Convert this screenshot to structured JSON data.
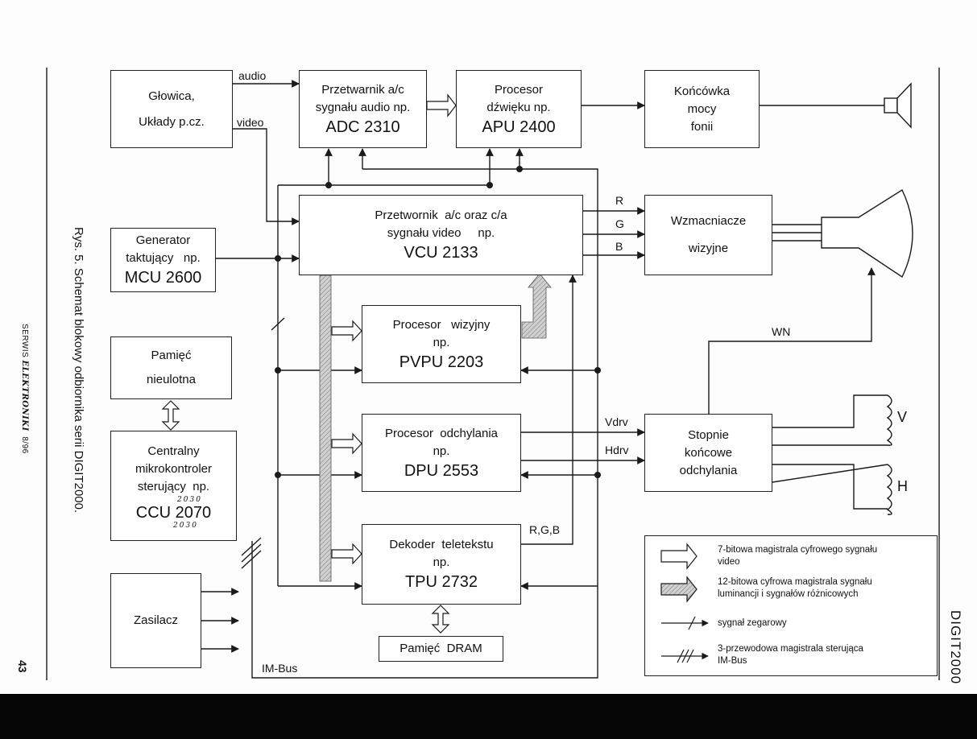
{
  "blocks": {
    "glowica": [
      "Głowica,",
      "Układy p.cz."
    ],
    "adc": [
      "Przetwarnik a/c",
      "sygnału  audio np.",
      "ADC 2310"
    ],
    "apu": [
      "Procesor",
      "dźwięku  np.",
      "APU 2400"
    ],
    "koncowka": [
      "Końcówka",
      "mocy",
      "fonii"
    ],
    "vcu": [
      "Przetwornik  a/c oraz c/a",
      "sygnału video     np.",
      "VCU 2133"
    ],
    "wzmacniacze": [
      "Wzmacniacze",
      "wizyjne"
    ],
    "generator": [
      "Generator",
      "taktujący   np.",
      "MCU 2600"
    ],
    "pvpu": [
      "Procesor   wizyjny",
      "np.",
      "PVPU 2203"
    ],
    "pamiec": [
      "Pamięć",
      "nieulotna"
    ],
    "dpu": [
      "Procesor  odchylania",
      "np.",
      "DPU 2553"
    ],
    "stopnie": [
      "Stopnie",
      "końcowe",
      "odchylania"
    ],
    "ccu": [
      "Centralny",
      "mikrokontroler",
      "sterujący  np.",
      "CCU 2070"
    ],
    "ccu_hand_top": "2030",
    "ccu_hand_bottom": "2030",
    "tpu": [
      "Dekoder  teletekstu",
      "np.",
      "TPU 2732"
    ],
    "zasilacz": [
      "Zasilacz"
    ],
    "dram": [
      "Pamięć  DRAM"
    ]
  },
  "signals": {
    "audio": "audio",
    "video": "video",
    "r": "R",
    "g": "G",
    "b": "B",
    "wn": "WN",
    "vdrv": "Vdrv",
    "hdrv": "Hdrv",
    "rgb": "R,G,B",
    "v": "V",
    "h": "H",
    "imbus": "IM-Bus"
  },
  "legend": {
    "bus7": [
      "7-bitowa magistrala cyfrowego sygnału",
      "video"
    ],
    "bus12": [
      "12-bitowa cyfrowa magistrala sygnału",
      "luminancji i sygnałów różnicowych"
    ],
    "clock": "sygnał zegarowy",
    "imbus": [
      "3-przewodowa magistrala sterująca",
      "IM-Bus"
    ]
  },
  "margin": {
    "caption": "Rys. 5. Schemat blokowy odbiornika serii DIGIT2000.",
    "journal_prefix": "SERWIS ",
    "journal_name": "ELEKTRONIKI",
    "journal_issue": "  8/96",
    "page_number": "43",
    "right_title": "DIGIT2000"
  },
  "colors": {
    "bus12_fill": "#bdbdbd",
    "bus7_fill": "#ffffff",
    "line": "#1a1a1a"
  }
}
